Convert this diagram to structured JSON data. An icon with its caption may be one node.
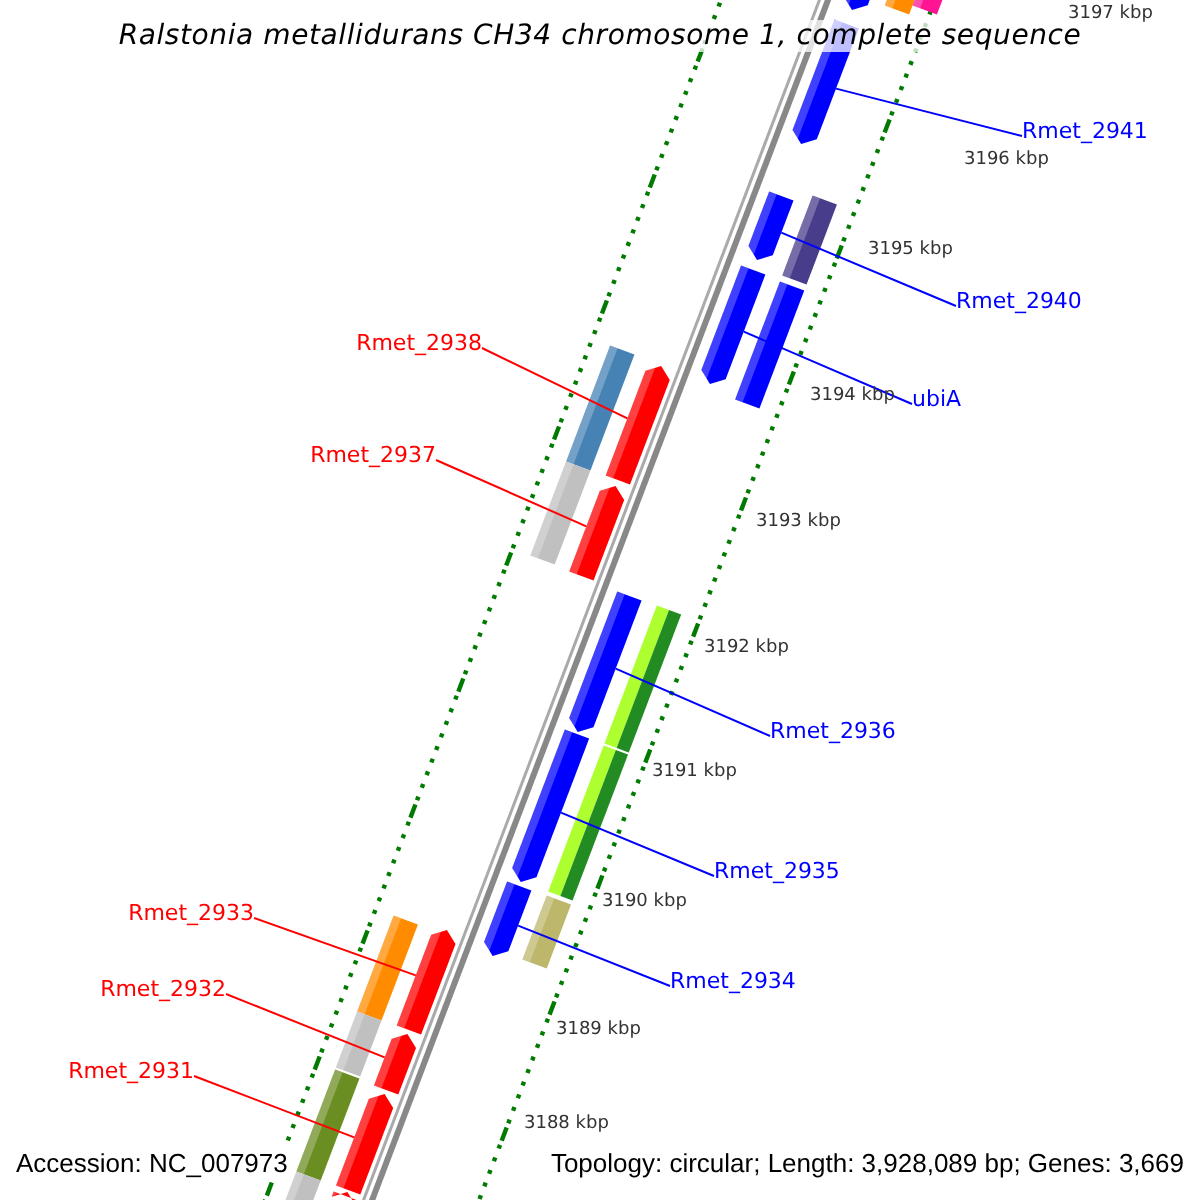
{
  "diagram": {
    "title": "Ralstonia metallidurans CH34 chromosome 1, complete sequence",
    "nodes": [
      {
        "text": [
          "Rmet_2941"
        ]
      },
      {
        "text": [
          "Rmet_2940"
        ]
      },
      {
        "text": [
          "Rmet_2938"
        ]
      },
      {
        "text": [
          "ubiA"
        ]
      },
      {
        "text": [
          "Rmet_2937"
        ]
      },
      {
        "text": [
          "Rmet_2936"
        ]
      },
      {
        "text": [
          "Rmet_2935"
        ]
      },
      {
        "text": [
          "Rmet_2933"
        ]
      },
      {
        "text": [
          "Rmet_2934"
        ]
      },
      {
        "text": [
          "Rmet_2932"
        ]
      },
      {
        "text": [
          "Rmet_2931"
        ]
      },
      {
        "text": [],
        "shape": "bar"
      },
      {
        "text": [],
        "shape": "bar"
      },
      {
        "text": [],
        "shape": "bar"
      },
      {
        "text": [],
        "shape": "bar"
      },
      {
        "text": [],
        "shape": "bar"
      },
      {
        "text": [],
        "shape": "bar"
      },
      {
        "text": [],
        "shape": "bar"
      },
      {
        "text": [],
        "shape": "bar"
      },
      {
        "text": [],
        "shape": "bar"
      },
      {
        "text": [],
        "shape": "bar"
      },
      {
        "text": [],
        "shape": "bar"
      }
    ],
    "edges": [
      {
        "from": 0,
        "to": 11,
        "arrow": "none"
      },
      {
        "from": 1,
        "to": 12,
        "arrow": "none"
      },
      {
        "from": 2,
        "to": 13,
        "arrow": "none",
        "color": "#ff0000"
      },
      {
        "from": 3,
        "to": 14,
        "arrow": "none"
      },
      {
        "from": 4,
        "to": 15,
        "arrow": "none",
        "color": "#ff0000"
      },
      {
        "from": 5,
        "to": 16,
        "arrow": "none"
      },
      {
        "from": 6,
        "to": 17,
        "arrow": "none"
      },
      {
        "from": 7,
        "to": 18,
        "arrow": "none",
        "color": "#ff0000"
      },
      {
        "from": 8,
        "to": 19,
        "arrow": "none"
      },
      {
        "from": 9,
        "to": 20,
        "arrow": "none",
        "color": "#ff0000"
      },
      {
        "from": 10,
        "to": 21,
        "arrow": "none",
        "color": "#ff0000"
      }
    ],
    "labels": [
      "3197 kbp",
      "3196 kbp",
      "3195 kbp",
      "3194 kbp",
      "3193 kbp",
      "3192 kbp",
      "3191 kbp",
      "3190 kbp",
      "3189 kbp",
      "3188 kbp",
      "Accession: NC_007973",
      "Topology: circular; Length: 3,928,089 bp; Genes: 3,669"
    ]
  }
}
